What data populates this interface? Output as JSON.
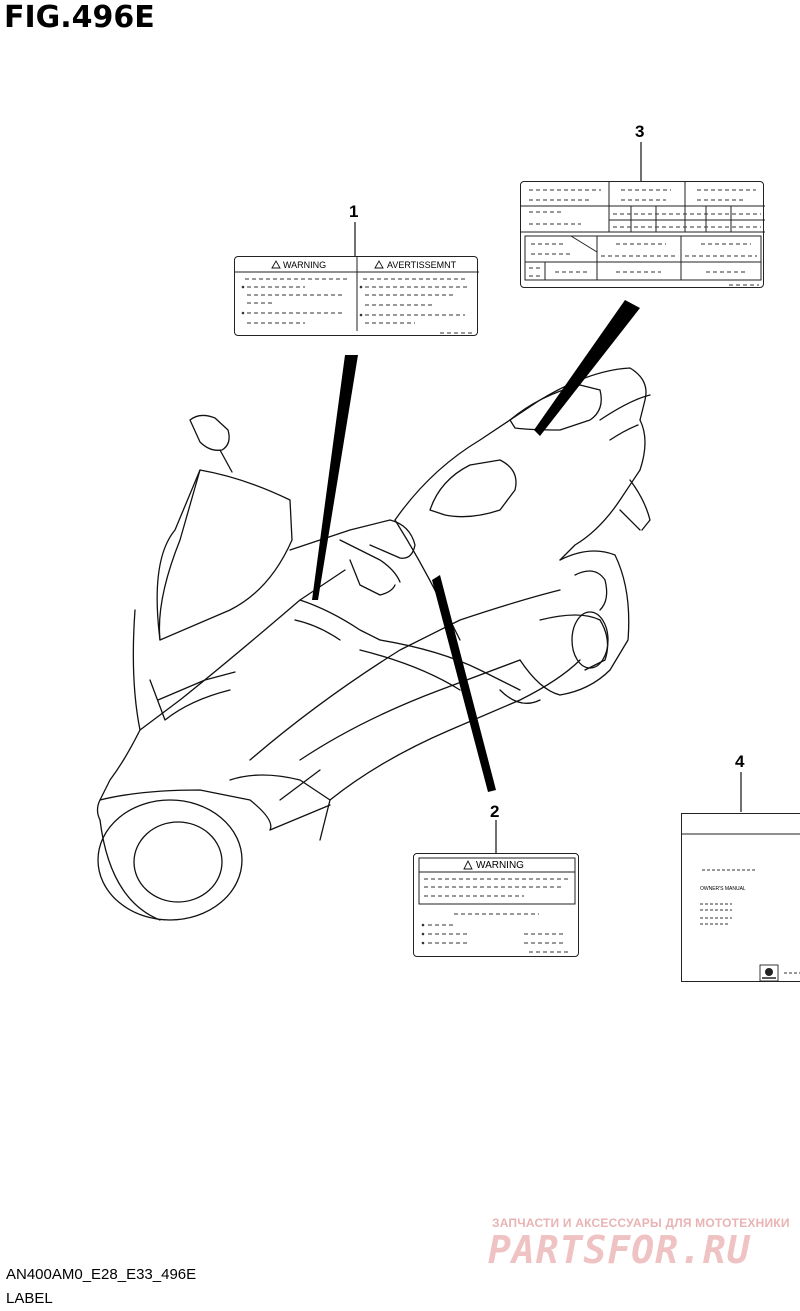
{
  "figure": {
    "title": "FIG.496E",
    "code": "AN400AM0_E28_E33_496E",
    "section": "LABEL"
  },
  "callouts": [
    {
      "id": 1,
      "label": "1"
    },
    {
      "id": 2,
      "label": "2"
    },
    {
      "id": 3,
      "label": "3"
    },
    {
      "id": 4,
      "label": "4"
    }
  ],
  "label1": {
    "left_heading": "WARNING",
    "right_heading": "AVERTISSEMNT"
  },
  "label2": {
    "heading": "WARNING"
  },
  "label4": {
    "text": "OWNER'S MANUAL"
  },
  "watermark": {
    "tagline": "ЗАПЧАСТИ И АКСЕССУАРЫ ДЛЯ МОТОТЕХНИКИ",
    "brand": "PARTSFOR.RU",
    "color": "#e9b3b3"
  }
}
